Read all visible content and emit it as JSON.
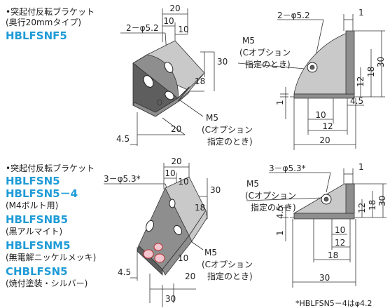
{
  "top": {
    "product_type": "•突起付反転ブラケット",
    "variant": "(奥行20mmタイプ)",
    "part_numbers": [
      "HBLFSNF5"
    ],
    "iso_dims": {
      "w20": "20",
      "w10a": "10",
      "w10b": "10",
      "h30": "30",
      "h18": "18",
      "d20": "20",
      "t45": "4.5"
    },
    "iso_hole_label": "2－φ5.2",
    "iso_m5": "M5",
    "iso_c_option_1": "(Cオプション",
    "iso_c_option_2": "指定のとき)",
    "side_hole_label": "2－φ5.2",
    "side_dims": {
      "d1": "1",
      "h30": "30",
      "h18": "18",
      "h12": "12",
      "t45": "4.5",
      "b10": "10",
      "b12": "12",
      "b20": "20",
      "b1": "1"
    },
    "side_m5": "M5",
    "side_c_option_1": "(Cオプション",
    "side_c_option_2": "指定のとき)"
  },
  "bottom": {
    "product_type": "•突起付反転ブラケット",
    "part_numbers": [
      {
        "name": "HBLFSN5",
        "note": ""
      },
      {
        "name": "HBLFSN5－4",
        "note": "(M4ボルト用)"
      },
      {
        "name": "HBLFSNB5",
        "note": "(黒アルマイト)"
      },
      {
        "name": "HBLFSNM5",
        "note": "(無電解ニッケルメッキ)"
      },
      {
        "name": "CHBLFSN5",
        "note": "(焼付塗装・シルバー)"
      }
    ],
    "iso_hole_label": "3－φ5.3*",
    "iso_dims": {
      "w20": "20",
      "w10a": "10",
      "w10b": "10",
      "h30": "30",
      "h18": "18",
      "d10": "10",
      "d20": "20",
      "d30": "30",
      "t45": "4.5"
    },
    "iso_m5": "M5",
    "iso_c_option_1": "(Cオプション",
    "iso_c_option_2": "指定のとき)",
    "side_hole_label": "3－φ5.3*",
    "side_m5": "M5",
    "side_c_option_1": "(Cオプション",
    "side_c_option_2": "指定のとき)",
    "side_dims": {
      "d1": "1",
      "h30": "30",
      "h18": "18",
      "h12": "12",
      "t45": "4.5",
      "b10": "10",
      "b12": "12",
      "b18": "18",
      "b30": "30",
      "b1": "1"
    },
    "footnote": "*HBLFSN5－4はφ4.2"
  }
}
